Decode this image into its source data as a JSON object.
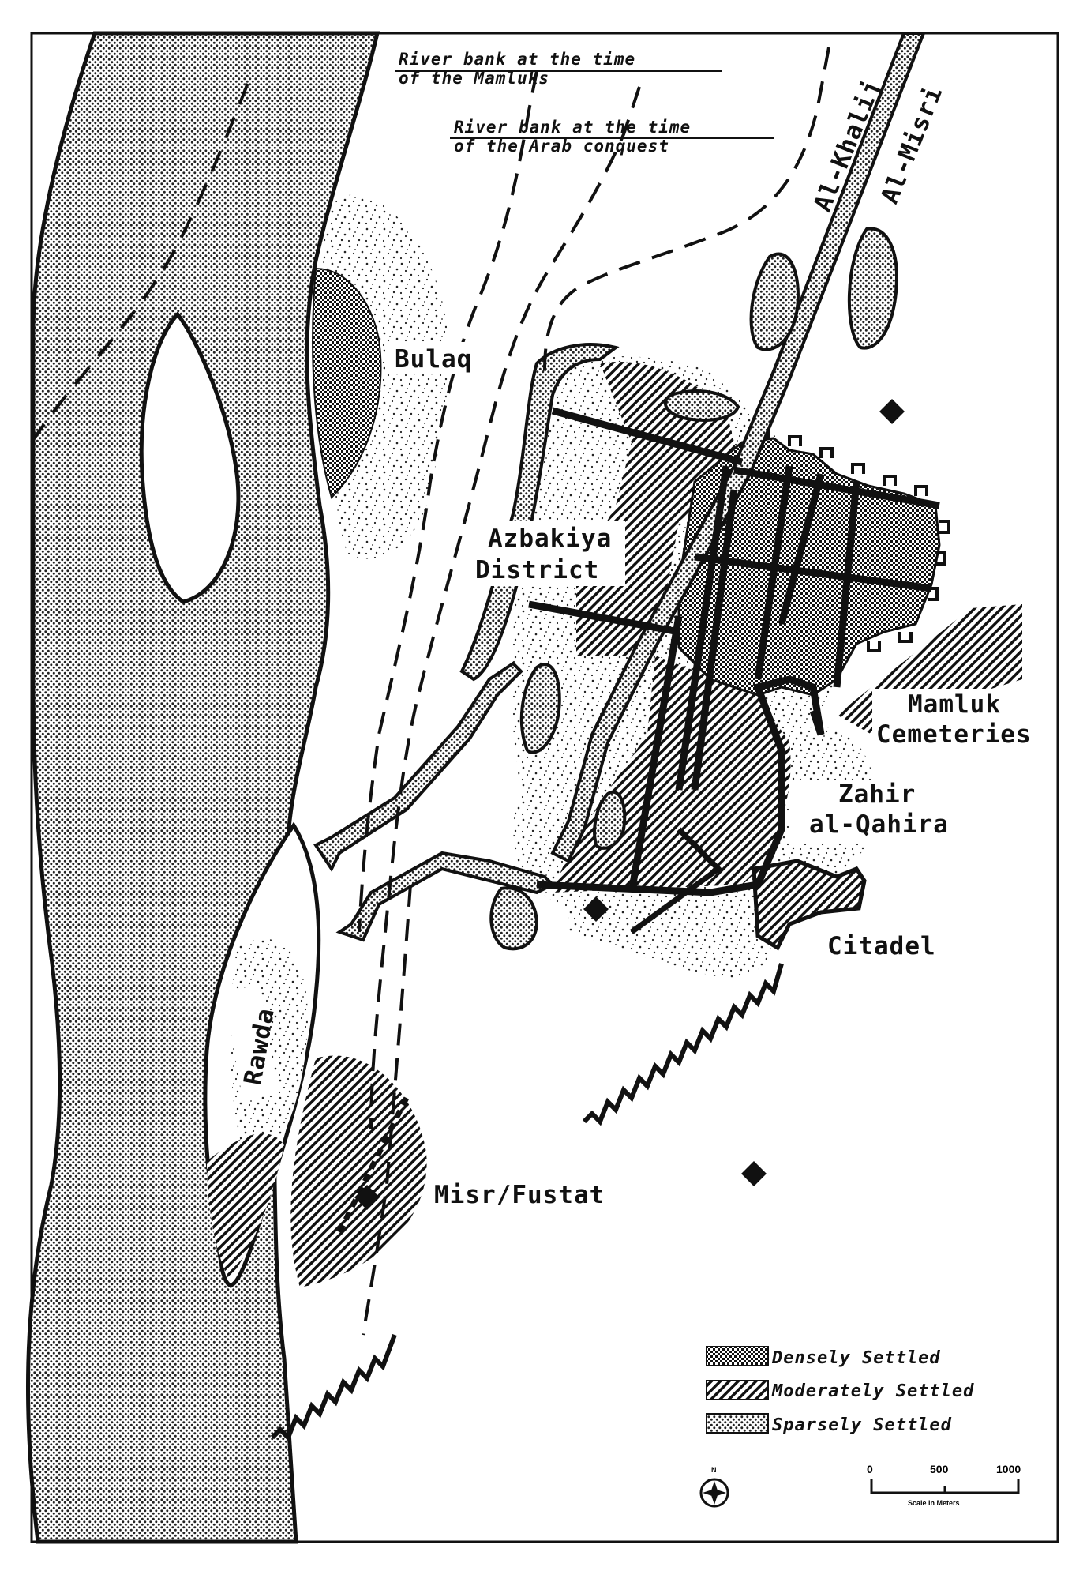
{
  "map": {
    "colors": {
      "ink": "#111111",
      "paper": "#ffffff"
    },
    "annotations": {
      "mamluk_bank_line1": "River bank at the time",
      "mamluk_bank_line2": "of the Mamluks",
      "arab_bank_line1": "River bank at the time",
      "arab_bank_line2": "of the Arab conquest"
    },
    "places": {
      "bulaq": "Bulaq",
      "azbakiya_1": "Azbakiya",
      "azbakiya_2": "District",
      "mamluk_1": "Mamluk",
      "mamluk_2": "Cemeteries",
      "zahir_1": "Zahir",
      "zahir_2": "al-Qahira",
      "citadel": "Citadel",
      "rawda": "Rawda",
      "misr_fustat": "Misr/Fustat",
      "khalij_1": "Al-Khalij",
      "khalij_2": "Al-Misri"
    },
    "legend": [
      {
        "pattern": "dense",
        "label": "Densely Settled"
      },
      {
        "pattern": "moderate",
        "label": "Moderately Settled"
      },
      {
        "pattern": "sparse",
        "label": "Sparsely Settled"
      }
    ],
    "north_label": "N",
    "scale": {
      "ticks": [
        "0",
        "500",
        "1000"
      ],
      "caption": "Scale in Meters"
    }
  }
}
